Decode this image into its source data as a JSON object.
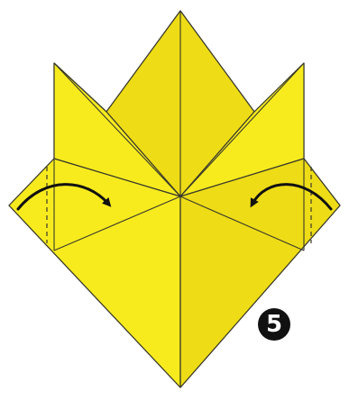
{
  "diagram": {
    "colors": {
      "paper": "#F7EB1E",
      "paper_shade": "#EEDC16",
      "crease": "#3A3A2A",
      "arrow": "#111111",
      "background": "#FFFFFF"
    },
    "arrows": [
      "curved-arrow-right",
      "curved-arrow-left"
    ],
    "step_number": "5"
  }
}
